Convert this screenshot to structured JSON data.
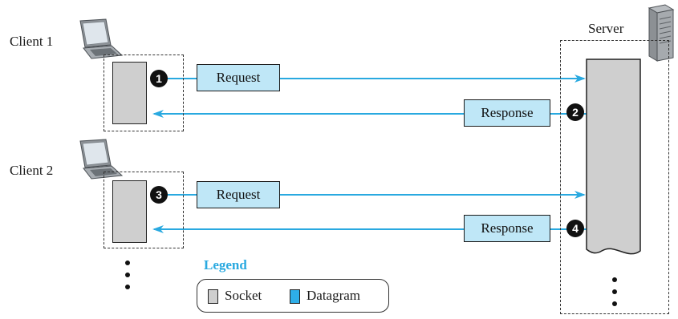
{
  "clients": [
    {
      "label": "Client 1"
    },
    {
      "label": "Client 2"
    }
  ],
  "server": {
    "label": "Server"
  },
  "flows": [
    {
      "step": "1",
      "direction": "client-to-server",
      "datagram_label": "Request"
    },
    {
      "step": "2",
      "direction": "server-to-client",
      "datagram_label": "Response"
    },
    {
      "step": "3",
      "direction": "client-to-server",
      "datagram_label": "Request"
    },
    {
      "step": "4",
      "direction": "server-to-client",
      "datagram_label": "Response"
    }
  ],
  "legend": {
    "title": "Legend",
    "items": [
      {
        "label": "Socket",
        "color": "#cfcfcf"
      },
      {
        "label": "Datagram",
        "color": "#2eaee8"
      }
    ]
  },
  "colors": {
    "arrow": "#29a9e0",
    "legend_title": "#29a9e0",
    "socket_fill": "#cfcfcf",
    "datagram_fill": "#bfe7f7"
  },
  "icons": {
    "client": "laptop-icon",
    "server": "server-tower-icon"
  }
}
